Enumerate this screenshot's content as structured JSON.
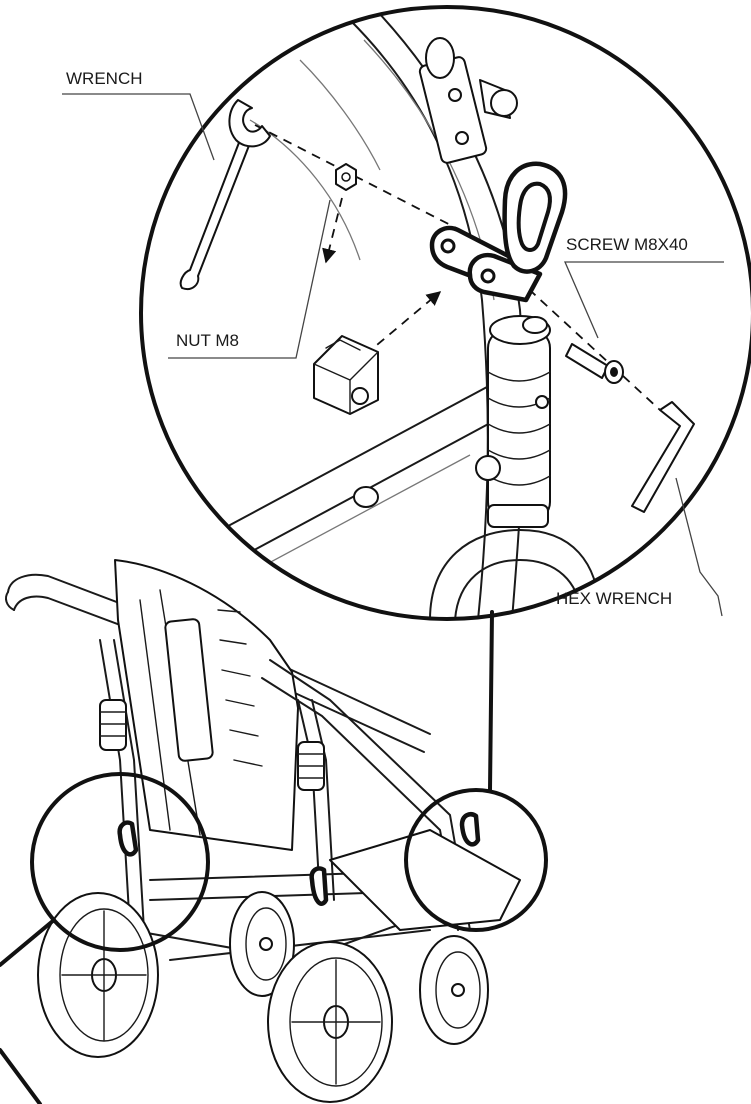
{
  "labels": {
    "wrench": "WRENCH",
    "nut": "NUT M8",
    "screw": "SCREW M8X40",
    "hex_wrench": "HEX WRENCH"
  },
  "colors": {
    "ink": "#111111",
    "paper": "#ffffff"
  }
}
